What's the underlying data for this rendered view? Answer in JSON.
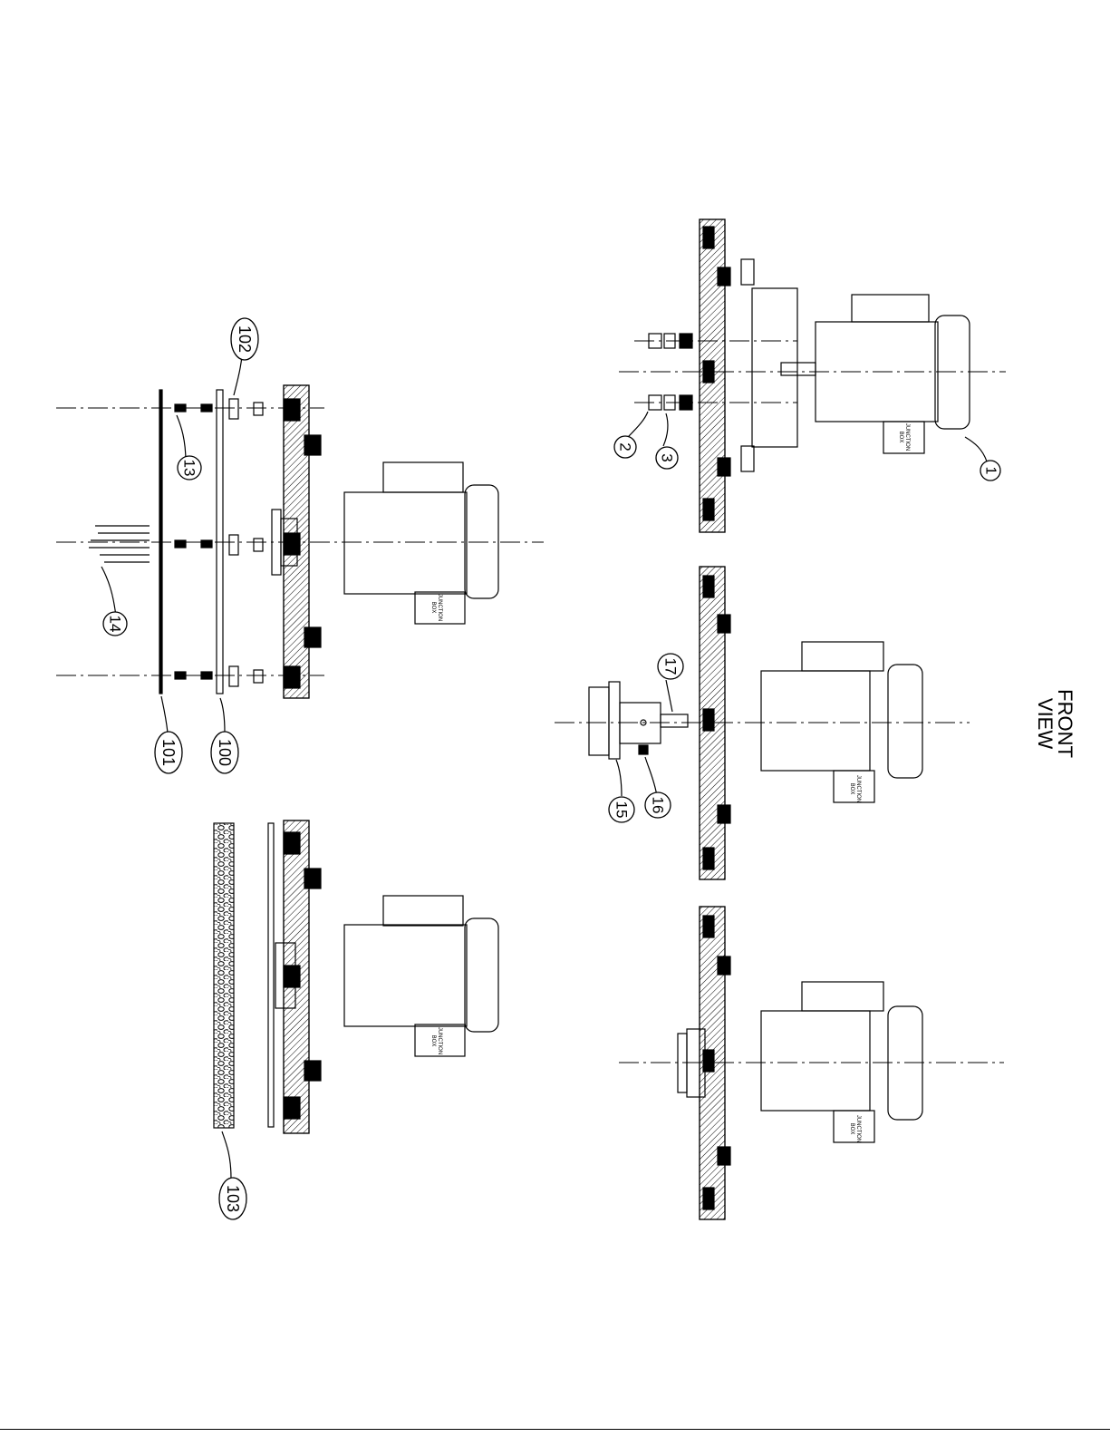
{
  "view_label": {
    "line1": "FRONT",
    "line2": "VIEW"
  },
  "junction_box_label": {
    "line1": "JUNCTION",
    "line2": "BOX"
  },
  "callouts": [
    "1",
    "2",
    "3",
    "13",
    "14",
    "15",
    "16",
    "17",
    "100",
    "101",
    "102",
    "103"
  ],
  "colors": {
    "ink": "#000000",
    "paper": "#ffffff",
    "hatch": "#000000"
  }
}
